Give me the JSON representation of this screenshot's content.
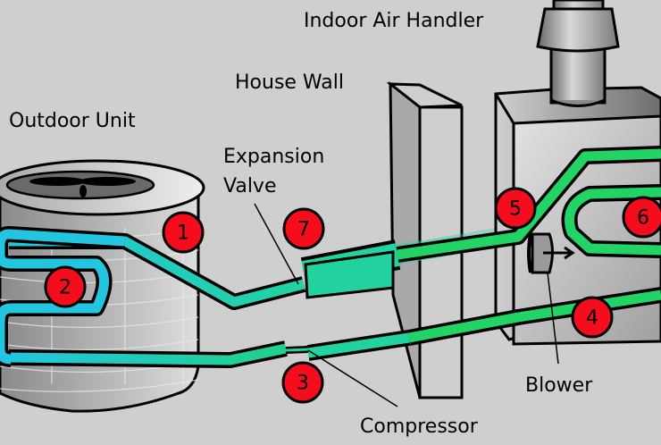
{
  "title": "Heat pump / air conditioner refrigerant cycle",
  "labels": {
    "indoor_air_handler": "Indoor Air Handler",
    "house_wall": "House Wall",
    "outdoor_unit": "Outdoor Unit",
    "expansion_valve_line1": "Expansion",
    "expansion_valve_line2": "Valve",
    "compressor": "Compressor",
    "blower": "Blower"
  },
  "markers": [
    {
      "id": "1",
      "label": "1"
    },
    {
      "id": "2",
      "label": "2"
    },
    {
      "id": "3",
      "label": "3"
    },
    {
      "id": "4",
      "label": "4"
    },
    {
      "id": "5",
      "label": "5"
    },
    {
      "id": "6",
      "label": "6"
    },
    {
      "id": "7",
      "label": "7"
    }
  ],
  "colors": {
    "background": "#cfcfcf",
    "marker_fill": "#f50d1e",
    "pipe_cold": "#22c6e0",
    "pipe_mid": "#22d3a0",
    "pipe_warm": "#22d466",
    "outline": "#000000"
  }
}
